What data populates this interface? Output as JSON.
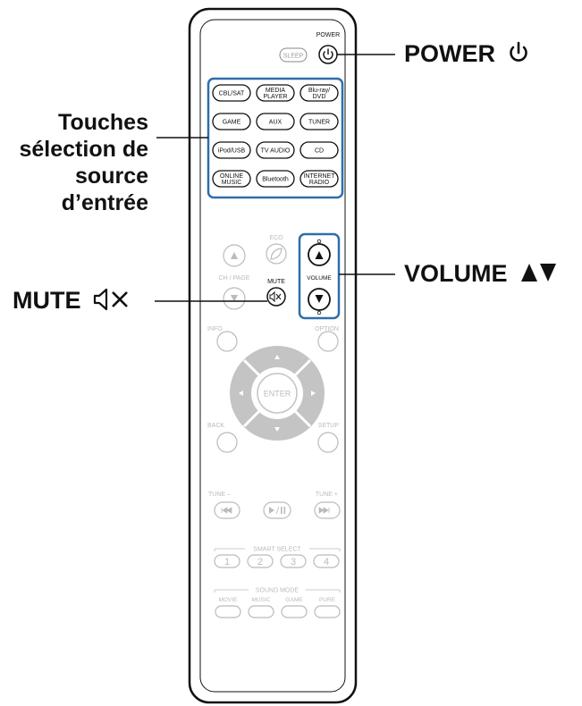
{
  "callouts": {
    "power": {
      "label": "POWER",
      "icon": "power-icon"
    },
    "input_select": {
      "lines": [
        "Touches",
        "sélection de",
        "source",
        "d’entrée"
      ]
    },
    "volume": {
      "label": "VOLUME",
      "icon": "up-down-triangles-icon"
    },
    "mute": {
      "label": "MUTE",
      "icon": "speaker-mute-icon"
    }
  },
  "remote": {
    "power_label": "POWER",
    "sleep_label": "SLEEP",
    "source_buttons": [
      [
        "CBL/SAT",
        "MEDIA|PLAYER",
        "Blu-ray/|DVD"
      ],
      [
        "GAME",
        "AUX",
        "TUNER"
      ],
      [
        "iPod/USB",
        "TV AUDIO",
        "CD"
      ],
      [
        "ONLINE|MUSIC",
        "Bluetooth",
        "INTERNET|RADIO"
      ]
    ],
    "eco_label": "ECO",
    "ch_page_label": "CH / PAGE",
    "mute_label": "MUTE",
    "volume_label": "VOLUME",
    "info_label": "INFO",
    "option_label": "OPTION",
    "enter_label": "ENTER",
    "back_label": "BACK",
    "setup_label": "SETUP",
    "tune_minus_label": "TUNE –",
    "tune_plus_label": "TUNE +",
    "smart_select_label": "SMART SELECT",
    "smart_select_buttons": [
      "1",
      "2",
      "3",
      "4"
    ],
    "sound_mode_label": "SOUND MODE",
    "sound_mode_buttons": [
      "MOVIE",
      "MUSIC",
      "GAME",
      "PURE"
    ]
  },
  "colors": {
    "highlight": "#2f6eab",
    "faded": "#c4c4c4",
    "outline": "#111111"
  }
}
